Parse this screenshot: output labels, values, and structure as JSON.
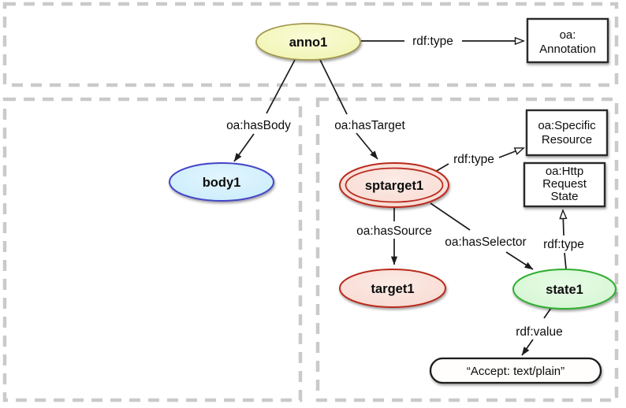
{
  "diagram": {
    "description": "Open Annotation RDF graph with annotation, body and target regions"
  },
  "colors": {
    "region_border": "#cacaca",
    "edge": "#1c1c1c",
    "class_box_fill": "#ffffff",
    "class_box_stroke": "#2b2b2b",
    "anno_fill": "#eff3a9",
    "anno_fill_light": "#f9fbd6",
    "anno_stroke": "#a0964e",
    "body_fill": "#c5eafa",
    "body_fill_light": "#e2f6fe",
    "body_stroke": "#4444c8",
    "target_fill": "#f7d6cd",
    "target_fill_light": "#fcebe6",
    "target_stroke": "#b92b1f",
    "state_fill": "#cff4cd",
    "state_fill_light": "#e8fce7",
    "state_stroke": "#2eae2e",
    "literal_fill": "#fffefc",
    "literal_stroke": "#1c1c1c"
  },
  "nodes": {
    "anno1": "anno1",
    "body1": "body1",
    "sptarget1": "sptarget1",
    "target1": "target1",
    "state1": "state1",
    "literal": "“Accept: text/plain”",
    "annotation_class": {
      "line1": "oa:",
      "line2": "Annotation"
    },
    "specific_resource_class": {
      "line1": "oa:Specific",
      "line2": "Resource"
    },
    "http_state_class": {
      "line1": "oa:Http",
      "line2": "Request",
      "line3": "State"
    }
  },
  "edges": {
    "rdf_type": "rdf:type",
    "has_body": "oa:hasBody",
    "has_target": "oa:hasTarget",
    "has_source": "oa:hasSource",
    "has_selector": "oa:hasSelector",
    "rdf_value": "rdf:value"
  }
}
